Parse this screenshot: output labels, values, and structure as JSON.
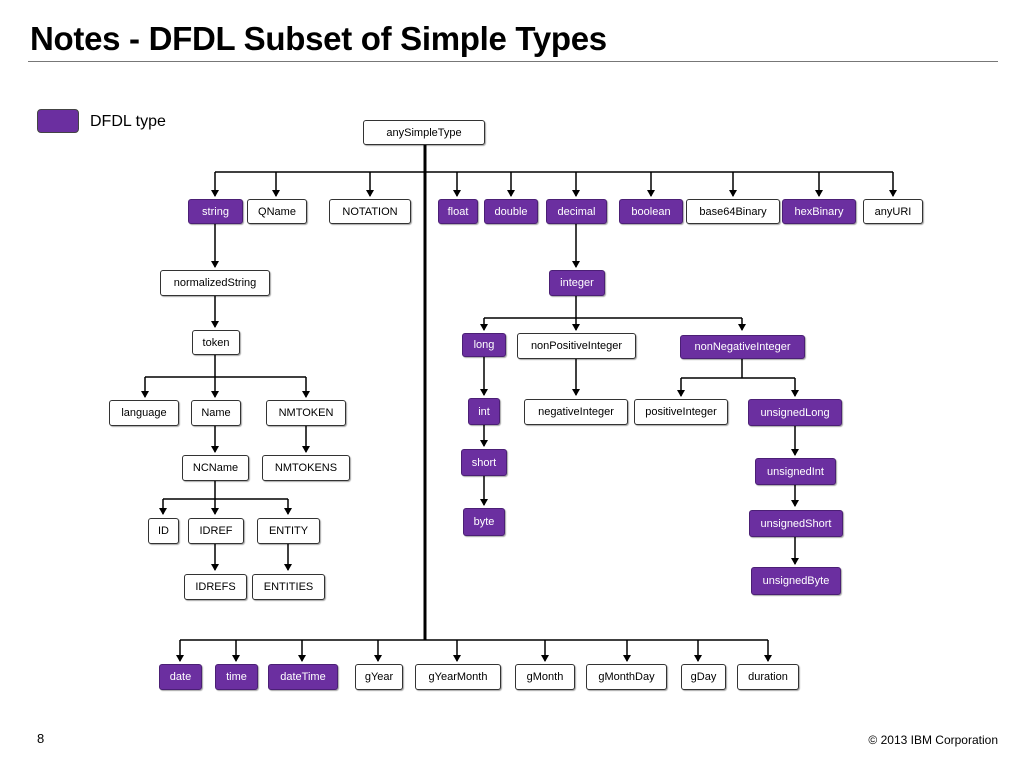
{
  "title": "Notes - DFDL Subset of Simple Types",
  "legend": {
    "label": "DFDL type",
    "color": "#6b2fa0"
  },
  "root": {
    "label": "anySimpleType",
    "dfdl": false
  },
  "top_row": [
    {
      "label": "string",
      "dfdl": true
    },
    {
      "label": "QName",
      "dfdl": false
    },
    {
      "label": "NOTATION",
      "dfdl": false
    },
    {
      "label": "float",
      "dfdl": true
    },
    {
      "label": "double",
      "dfdl": true
    },
    {
      "label": "decimal",
      "dfdl": true
    },
    {
      "label": "boolean",
      "dfdl": true
    },
    {
      "label": "base64Binary",
      "dfdl": false
    },
    {
      "label": "hexBinary",
      "dfdl": true
    },
    {
      "label": "anyURI",
      "dfdl": false
    }
  ],
  "string_branch": {
    "normalizedString": {
      "label": "normalizedString",
      "dfdl": false
    },
    "token": {
      "label": "token",
      "dfdl": false
    },
    "language": {
      "label": "language",
      "dfdl": false
    },
    "Name": {
      "label": "Name",
      "dfdl": false
    },
    "NMTOKEN": {
      "label": "NMTOKEN",
      "dfdl": false
    },
    "NCName": {
      "label": "NCName",
      "dfdl": false
    },
    "NMTOKENS": {
      "label": "NMTOKENS",
      "dfdl": false
    },
    "ID": {
      "label": "ID",
      "dfdl": false
    },
    "IDREF": {
      "label": "IDREF",
      "dfdl": false
    },
    "ENTITY": {
      "label": "ENTITY",
      "dfdl": false
    },
    "IDREFS": {
      "label": "IDREFS",
      "dfdl": false
    },
    "ENTITIES": {
      "label": "ENTITIES",
      "dfdl": false
    }
  },
  "decimal_branch": {
    "integer": {
      "label": "integer",
      "dfdl": true
    },
    "long": {
      "label": "long",
      "dfdl": true
    },
    "nonPositiveInteger": {
      "label": "nonPositiveInteger",
      "dfdl": false
    },
    "nonNegativeInteger": {
      "label": "nonNegativeInteger",
      "dfdl": true
    },
    "int": {
      "label": "int",
      "dfdl": true
    },
    "short": {
      "label": "short",
      "dfdl": true
    },
    "byte": {
      "label": "byte",
      "dfdl": true
    },
    "negativeInteger": {
      "label": "negativeInteger",
      "dfdl": false
    },
    "positiveInteger": {
      "label": "positiveInteger",
      "dfdl": false
    },
    "unsignedLong": {
      "label": "unsignedLong",
      "dfdl": true
    },
    "unsignedInt": {
      "label": "unsignedInt",
      "dfdl": true
    },
    "unsignedShort": {
      "label": "unsignedShort",
      "dfdl": true
    },
    "unsignedByte": {
      "label": "unsignedByte",
      "dfdl": true
    }
  },
  "bottom_row": [
    {
      "label": "date",
      "dfdl": true
    },
    {
      "label": "time",
      "dfdl": true
    },
    {
      "label": "dateTime",
      "dfdl": true
    },
    {
      "label": "gYear",
      "dfdl": false
    },
    {
      "label": "gYearMonth",
      "dfdl": false
    },
    {
      "label": "gMonth",
      "dfdl": false
    },
    {
      "label": "gMonthDay",
      "dfdl": false
    },
    {
      "label": "gDay",
      "dfdl": false
    },
    {
      "label": "duration",
      "dfdl": false
    }
  ],
  "footer": {
    "page_number": "8",
    "copyright": "© 2013 IBM Corporation"
  }
}
